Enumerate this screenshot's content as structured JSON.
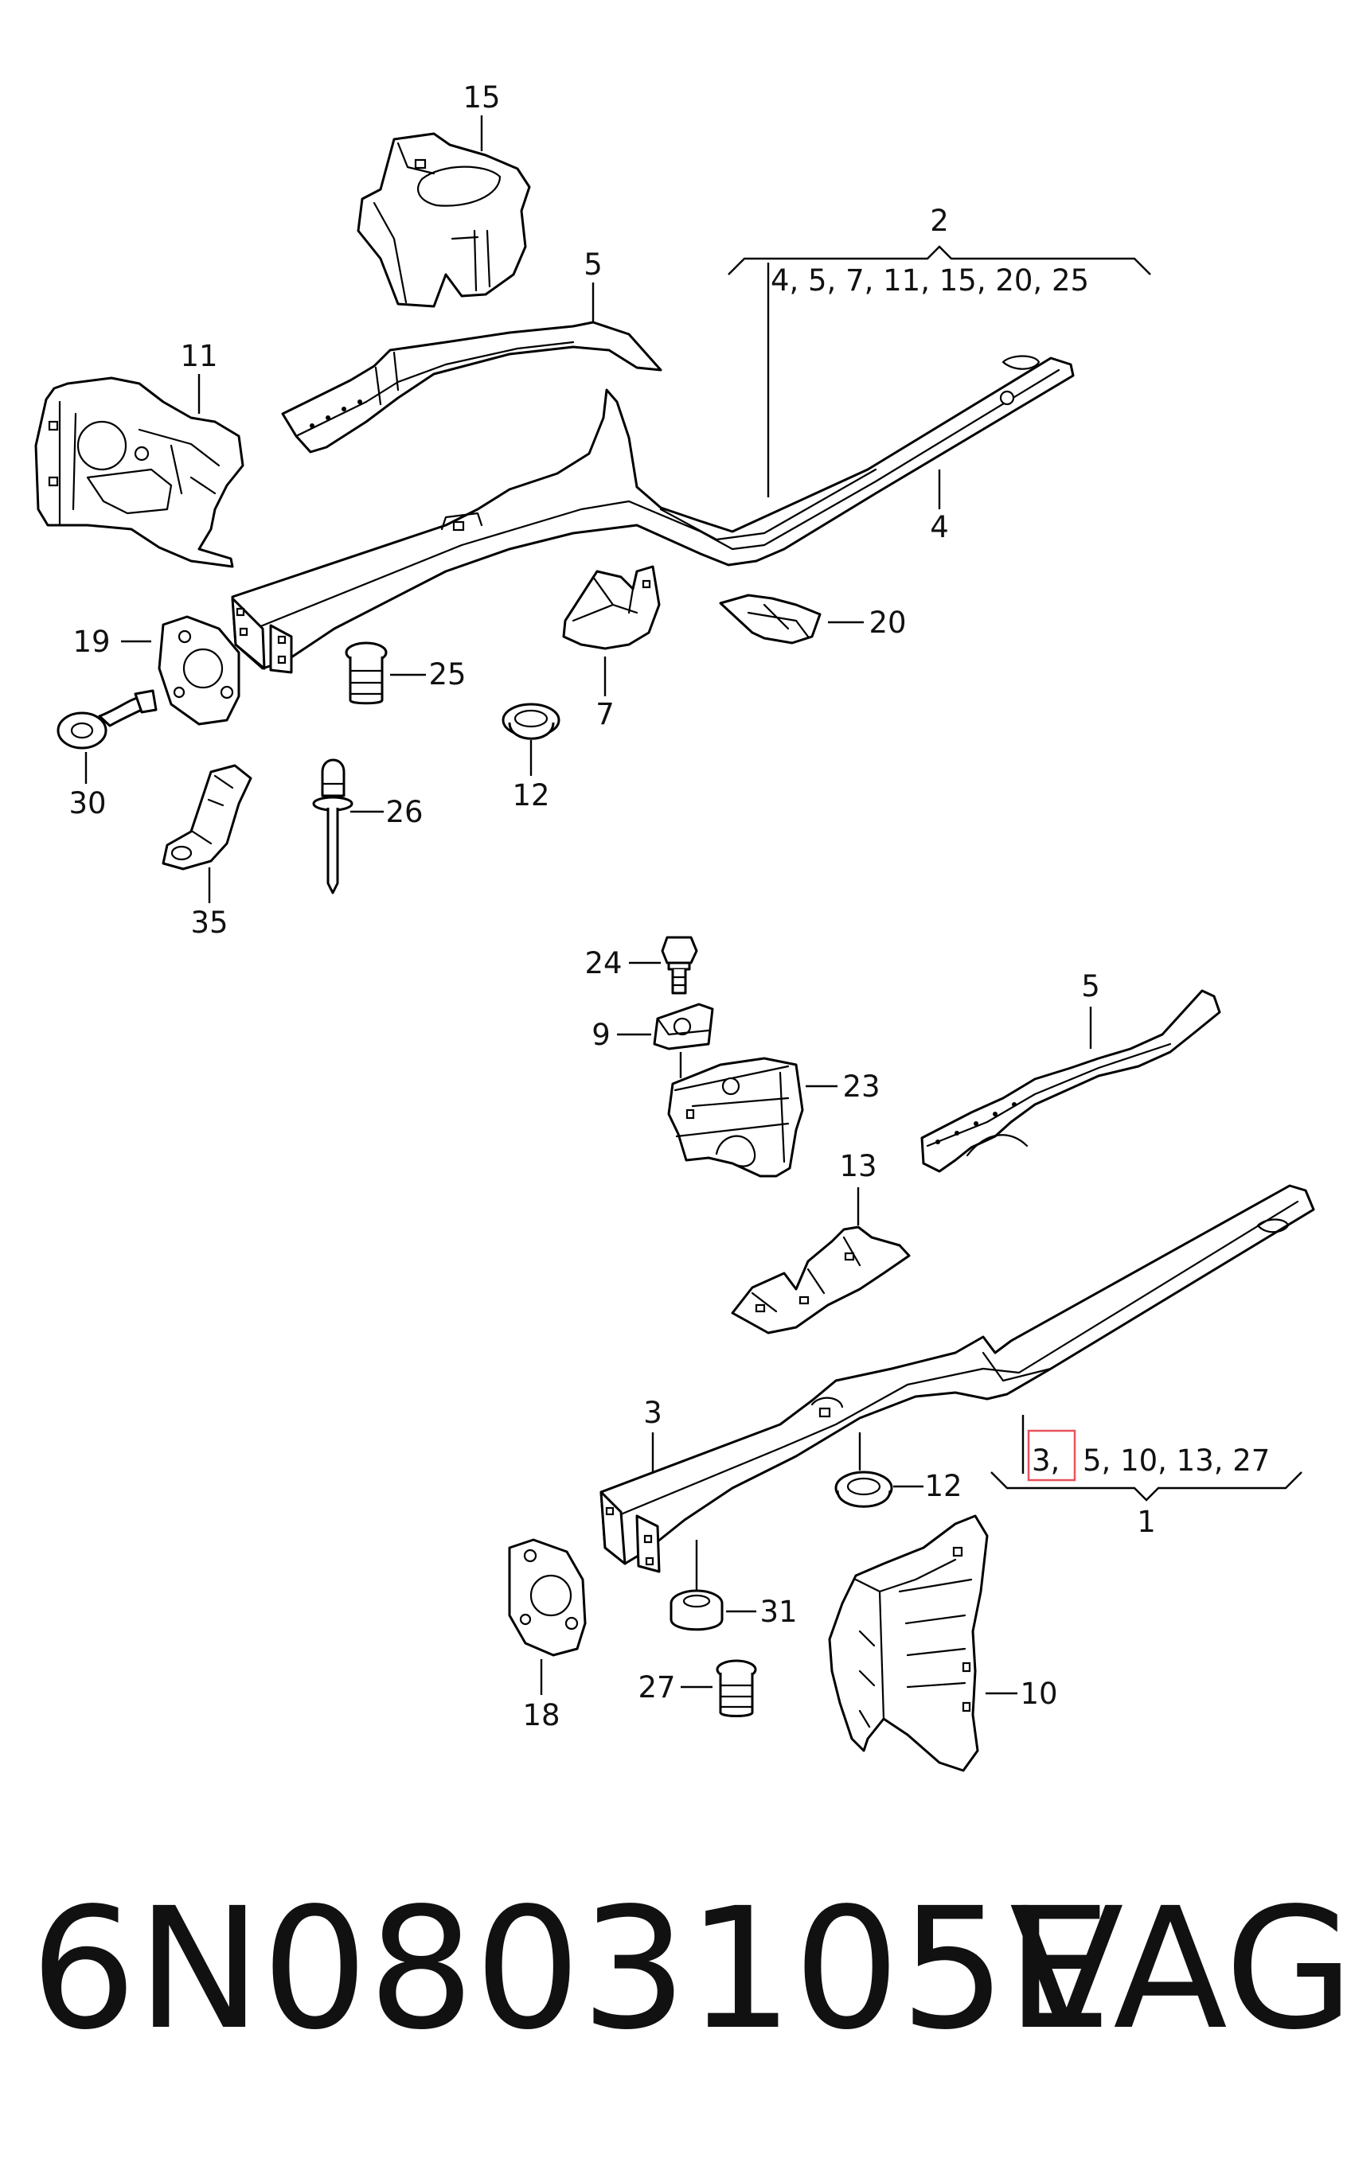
{
  "callouts": {
    "c15": "15",
    "c2": "2",
    "group_top": "4, 5, 7, 11, 15, 20, 25",
    "c5_top": "5",
    "c11": "11",
    "c4": "4",
    "c19": "19",
    "c25": "25",
    "c7": "7",
    "c20": "20",
    "c30": "30",
    "c12_top": "12",
    "c26": "26",
    "c35": "35",
    "c24": "24",
    "c9": "9",
    "c23": "23",
    "c5_bottom": "5",
    "c13": "13",
    "c3": "3",
    "group_bottom_first": "3,",
    "group_bottom_rest": "5, 10, 13,  27",
    "c1": "1",
    "c12_bottom": "12",
    "c31": "31",
    "c18": "18",
    "c27": "27",
    "c10": "10"
  },
  "footer": {
    "part_number": "6N0803105E",
    "brand": "VAG"
  },
  "highlight_color": "#e8535b"
}
